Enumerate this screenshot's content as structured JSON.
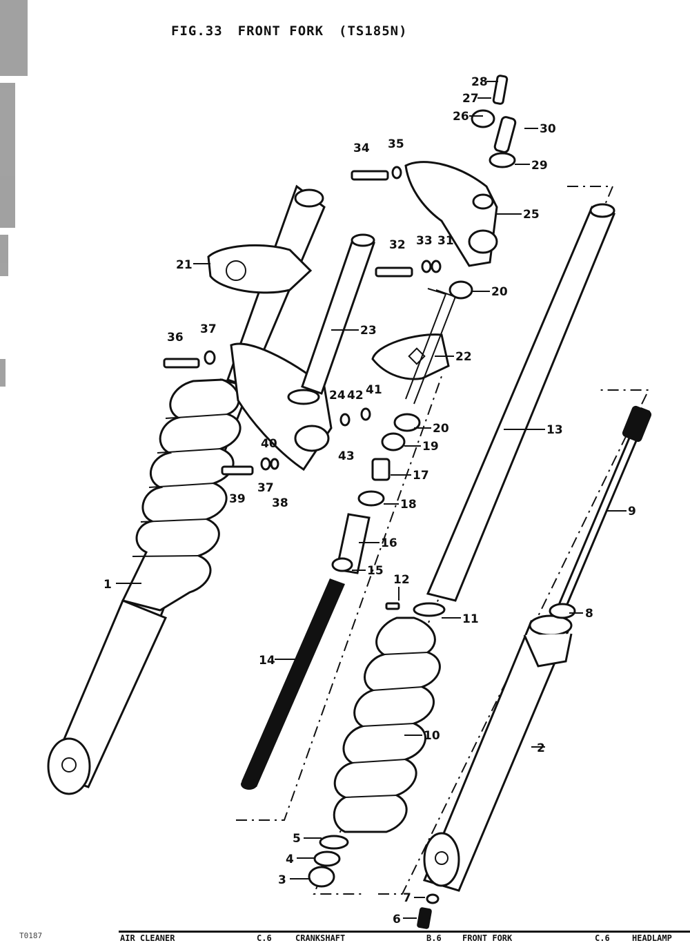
{
  "header": {
    "figure": "FIG.33",
    "title": "FRONT FORK",
    "model": "(TS185N)"
  },
  "callouts": [
    {
      "id": "c1",
      "text": "1"
    },
    {
      "id": "c2",
      "text": "2"
    },
    {
      "id": "c3",
      "text": "3"
    },
    {
      "id": "c4",
      "text": "4"
    },
    {
      "id": "c5",
      "text": "5"
    },
    {
      "id": "c6",
      "text": "6"
    },
    {
      "id": "c7",
      "text": "7"
    },
    {
      "id": "c8",
      "text": "8"
    },
    {
      "id": "c9",
      "text": "9"
    },
    {
      "id": "c10",
      "text": "10"
    },
    {
      "id": "c11",
      "text": "11"
    },
    {
      "id": "c12",
      "text": "12"
    },
    {
      "id": "c13",
      "text": "13"
    },
    {
      "id": "c14",
      "text": "14"
    },
    {
      "id": "c15",
      "text": "15"
    },
    {
      "id": "c16",
      "text": "16"
    },
    {
      "id": "c17",
      "text": "17"
    },
    {
      "id": "c18",
      "text": "18"
    },
    {
      "id": "c19",
      "text": "19"
    },
    {
      "id": "c20a",
      "text": "20"
    },
    {
      "id": "c20b",
      "text": "20"
    },
    {
      "id": "c21",
      "text": "21"
    },
    {
      "id": "c22",
      "text": "22"
    },
    {
      "id": "c23",
      "text": "23"
    },
    {
      "id": "c24",
      "text": "24"
    },
    {
      "id": "c25",
      "text": "25"
    },
    {
      "id": "c26",
      "text": "26"
    },
    {
      "id": "c27",
      "text": "27"
    },
    {
      "id": "c28",
      "text": "28"
    },
    {
      "id": "c29",
      "text": "29"
    },
    {
      "id": "c30",
      "text": "30"
    },
    {
      "id": "c31",
      "text": "31"
    },
    {
      "id": "c32",
      "text": "32"
    },
    {
      "id": "c33",
      "text": "33"
    },
    {
      "id": "c34",
      "text": "34"
    },
    {
      "id": "c35",
      "text": "35"
    },
    {
      "id": "c36",
      "text": "36"
    },
    {
      "id": "c37a",
      "text": "37"
    },
    {
      "id": "c37b",
      "text": "37"
    },
    {
      "id": "c38",
      "text": "38"
    },
    {
      "id": "c39",
      "text": "39"
    },
    {
      "id": "c40",
      "text": "40"
    },
    {
      "id": "c41",
      "text": "41"
    },
    {
      "id": "c42",
      "text": "42"
    },
    {
      "id": "c43",
      "text": "43"
    }
  ],
  "footer": {
    "left_note": "T0187",
    "index": [
      {
        "label": "AIR CLEANER",
        "code": "C.6"
      },
      {
        "label": "CRANKSHAFT",
        "code": "B.6"
      },
      {
        "label": "FRONT FORK",
        "code": "C.6"
      },
      {
        "label": "HEADLAMP",
        "code": ""
      }
    ]
  }
}
